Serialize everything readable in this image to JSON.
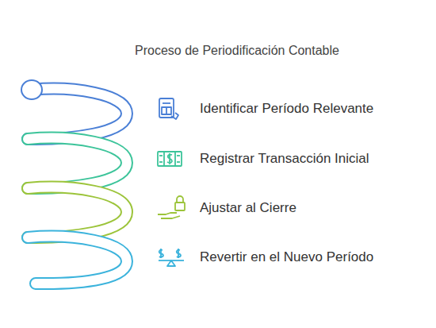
{
  "diagram": {
    "title": "Proceso de Periodificación Contable",
    "labels": [
      "Identificar Período Relevante",
      "Registrar Transacción Inicial",
      "Ajustar al Cierre",
      "Revertir en el Nuevo Período"
    ]
  }
}
